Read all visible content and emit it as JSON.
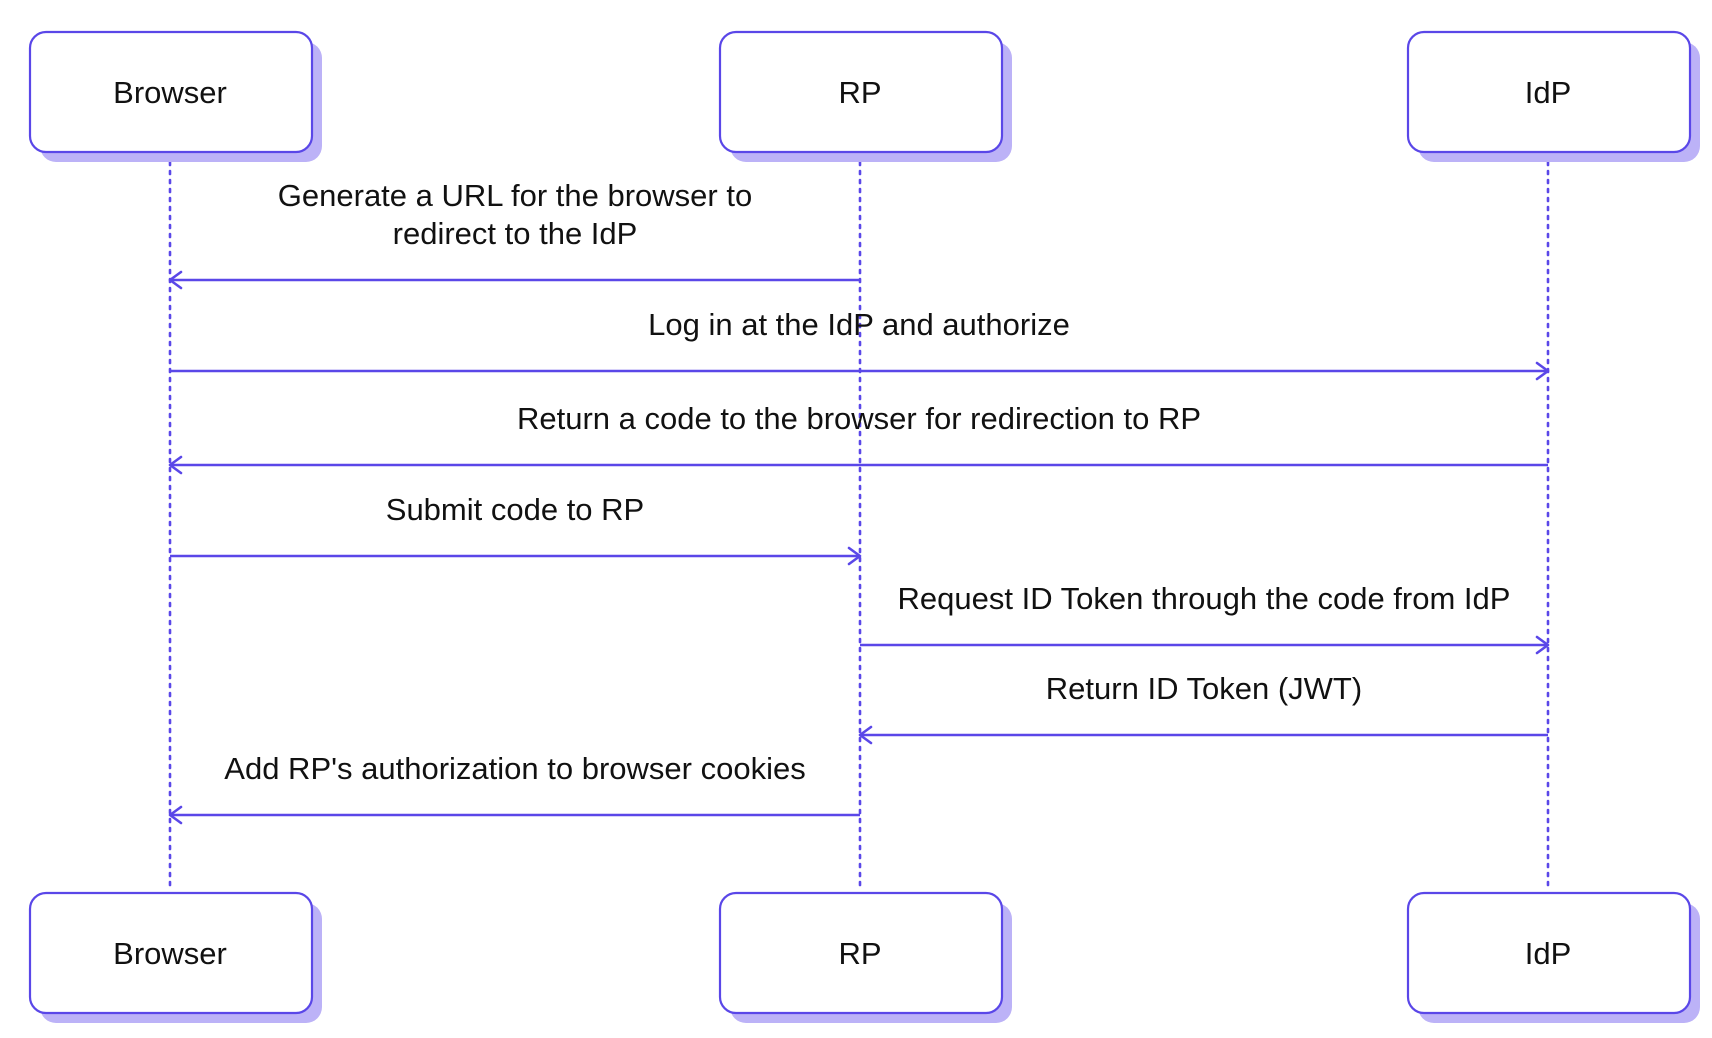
{
  "participants": [
    {
      "id": "browser",
      "label": "Browser"
    },
    {
      "id": "rp",
      "label": "RP"
    },
    {
      "id": "idp",
      "label": "IdP"
    }
  ],
  "messages": [
    {
      "from": "rp",
      "to": "browser",
      "lines": [
        "Generate a URL for the browser to",
        "redirect to the IdP"
      ]
    },
    {
      "from": "browser",
      "to": "idp",
      "lines": [
        "Log in at the IdP and authorize"
      ]
    },
    {
      "from": "idp",
      "to": "browser",
      "lines": [
        "Return a code to the browser for redirection to RP"
      ]
    },
    {
      "from": "browser",
      "to": "rp",
      "lines": [
        "Submit code to RP"
      ]
    },
    {
      "from": "rp",
      "to": "idp",
      "lines": [
        "Request ID Token through the code from IdP"
      ]
    },
    {
      "from": "idp",
      "to": "rp",
      "lines": [
        "Return ID Token (JWT)"
      ]
    },
    {
      "from": "rp",
      "to": "browser",
      "lines": [
        "Add RP's authorization to browser cookies"
      ]
    }
  ],
  "colors": {
    "line": "#5a47e8",
    "shadow": "#bcb2f7",
    "text": "#111111"
  }
}
